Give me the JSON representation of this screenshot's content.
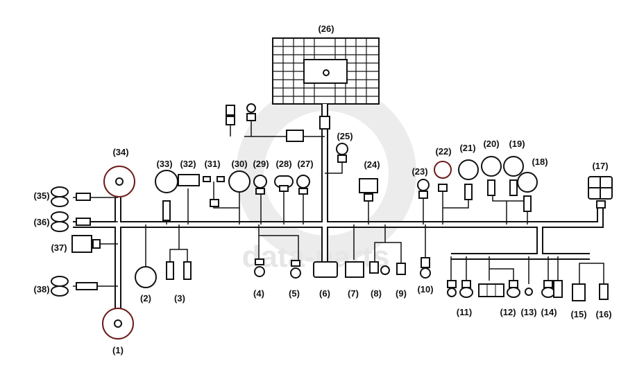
{
  "diagram": {
    "watermark": "data-parts",
    "labels": [
      "(1)",
      "(2)",
      "(3)",
      "(4)",
      "(5)",
      "(6)",
      "(7)",
      "(8)",
      "(9)",
      "(10)",
      "(11)",
      "(12)",
      "(13)",
      "(14)",
      "(15)",
      "(16)",
      "(17)",
      "(18)",
      "(19)",
      "(20)",
      "(21)",
      "(22)",
      "(23)",
      "(24)",
      "(25)",
      "(26)",
      "(27)",
      "(28)",
      "(29)",
      "(30)",
      "(31)",
      "(32)",
      "(33)",
      "(34)",
      "(35)",
      "(36)",
      "(37)",
      "(38)"
    ]
  }
}
